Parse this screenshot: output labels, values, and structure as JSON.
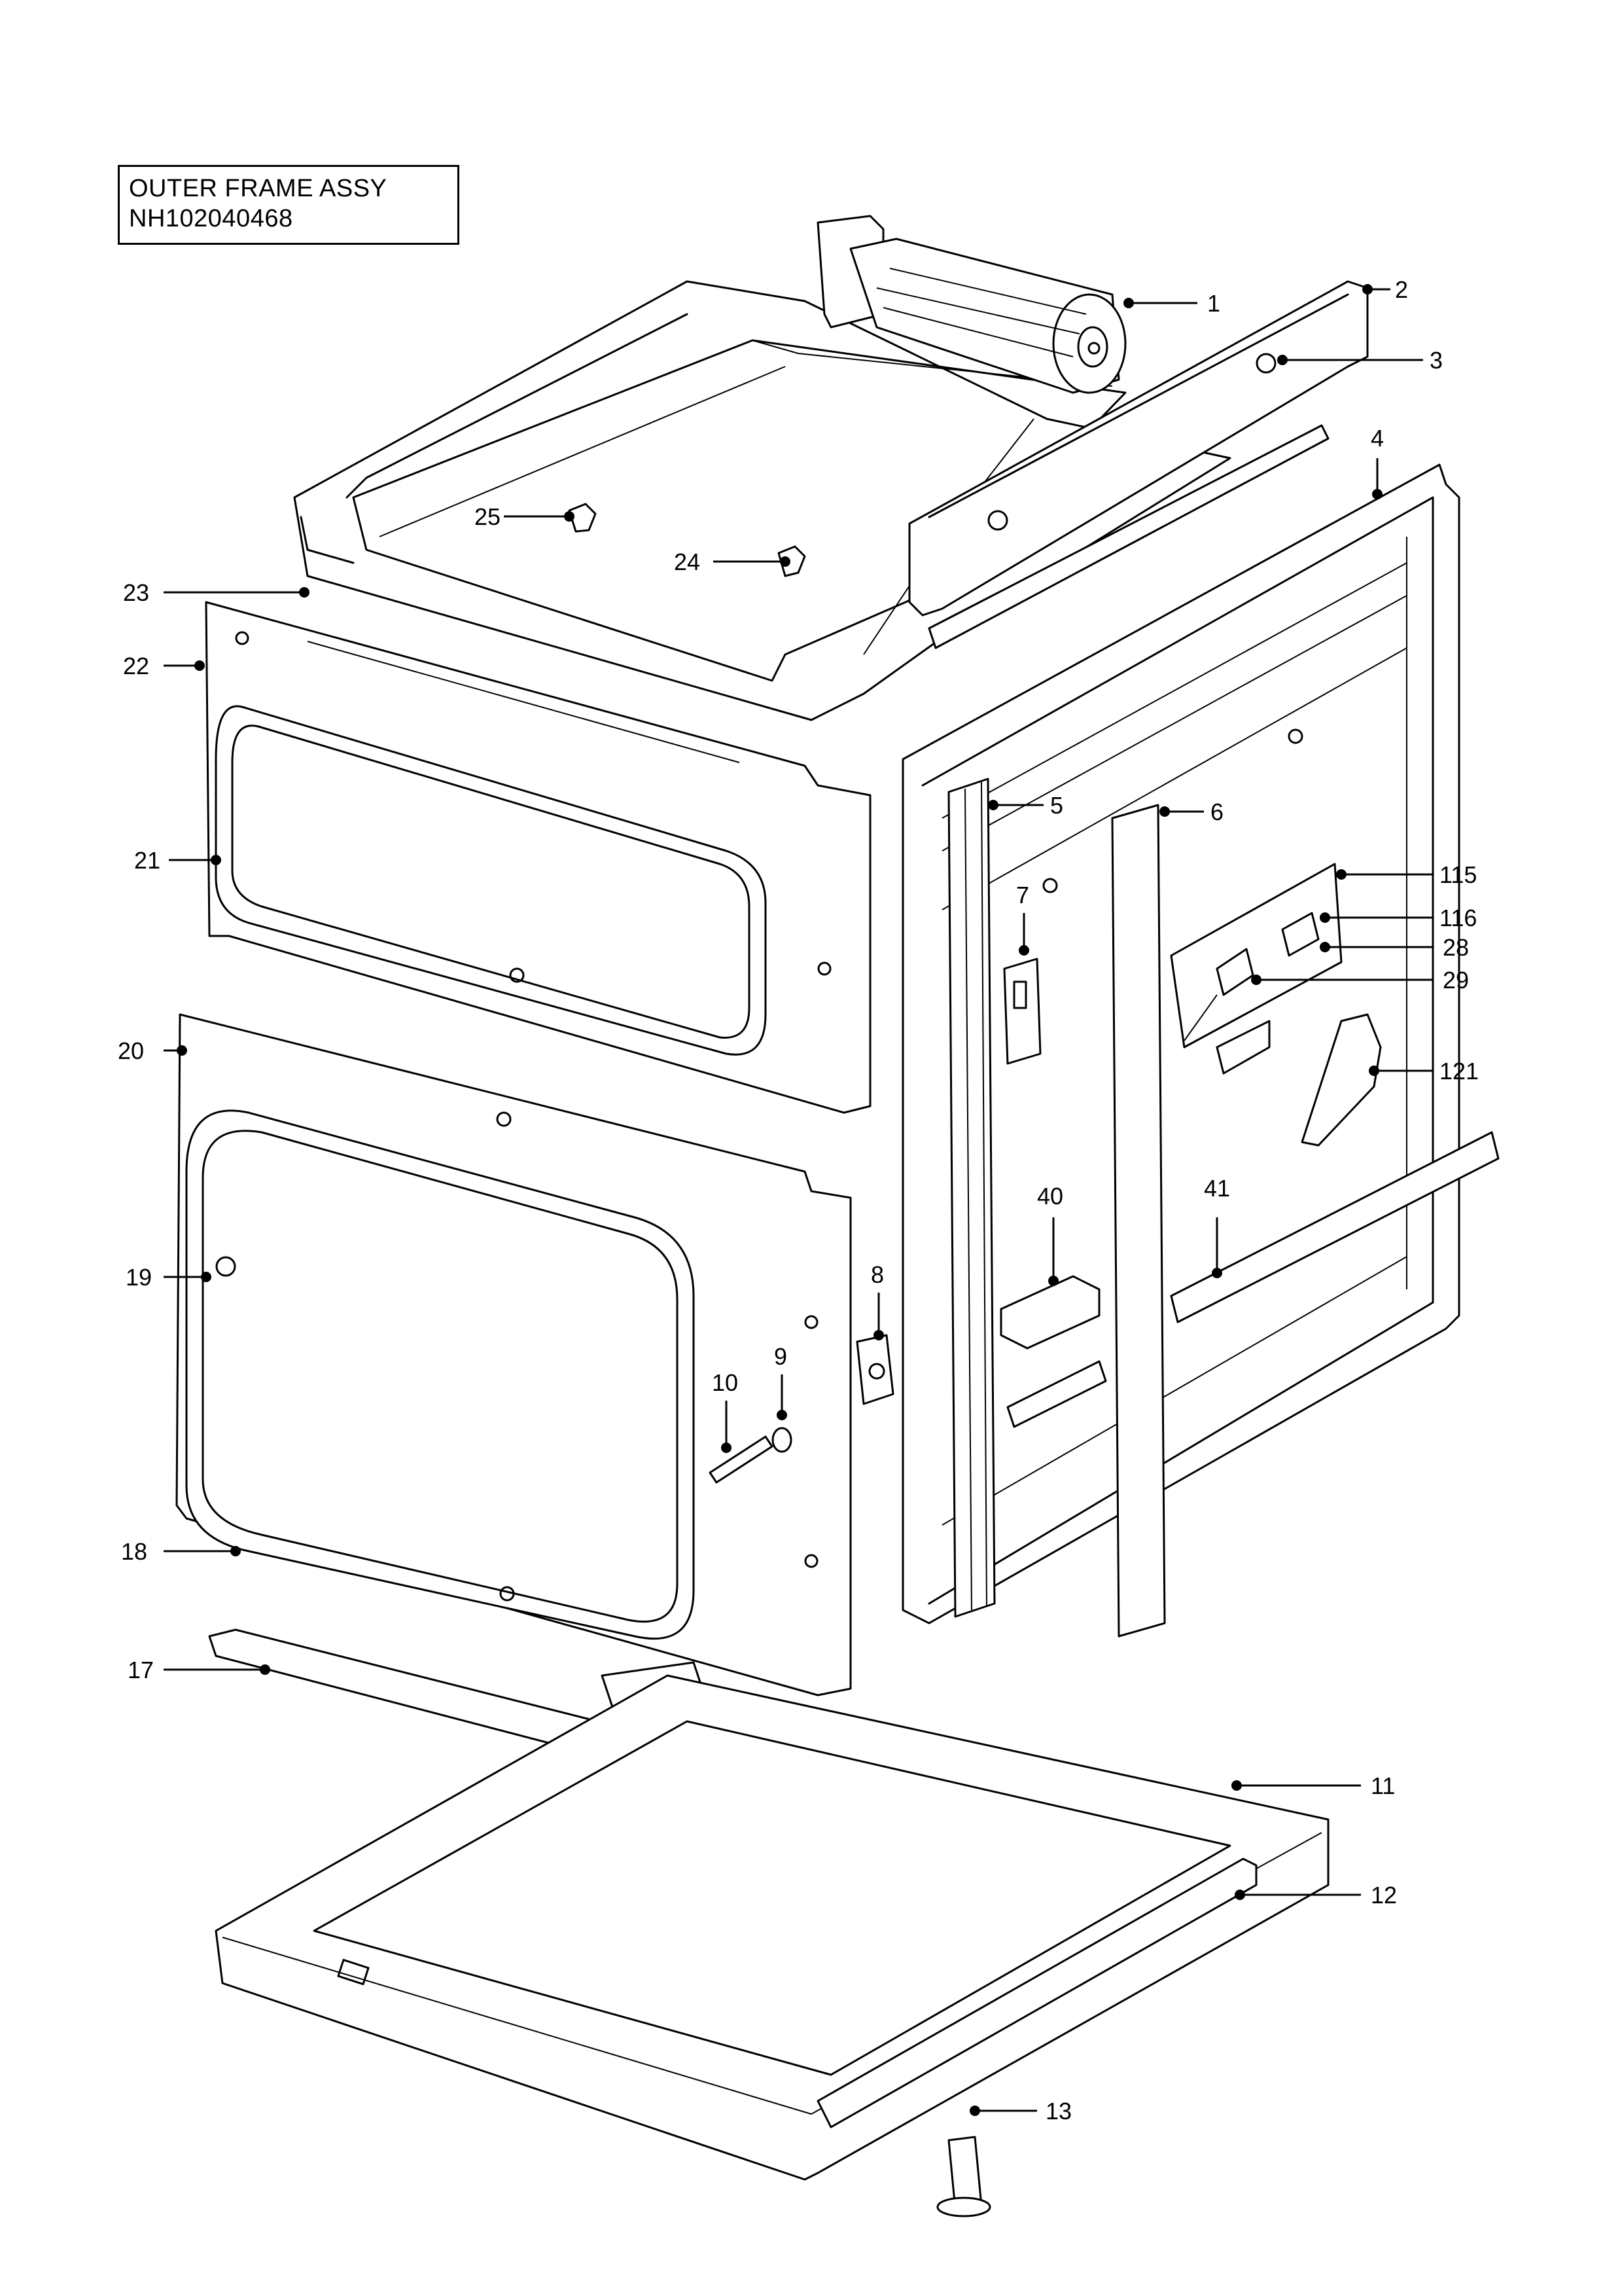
{
  "title": {
    "line1": "OUTER FRAME ASSY",
    "line2": "NH102040468"
  },
  "callouts": [
    {
      "id": "c1",
      "label": "1"
    },
    {
      "id": "c2",
      "label": "2"
    },
    {
      "id": "c3",
      "label": "3"
    },
    {
      "id": "c4",
      "label": "4"
    },
    {
      "id": "c5",
      "label": "5"
    },
    {
      "id": "c6",
      "label": "6"
    },
    {
      "id": "c7",
      "label": "7"
    },
    {
      "id": "c8",
      "label": "8"
    },
    {
      "id": "c9",
      "label": "9"
    },
    {
      "id": "c10",
      "label": "10"
    },
    {
      "id": "c11",
      "label": "11"
    },
    {
      "id": "c12",
      "label": "12"
    },
    {
      "id": "c13",
      "label": "13"
    },
    {
      "id": "c17",
      "label": "17"
    },
    {
      "id": "c18",
      "label": "18"
    },
    {
      "id": "c19",
      "label": "19"
    },
    {
      "id": "c20",
      "label": "20"
    },
    {
      "id": "c21",
      "label": "21"
    },
    {
      "id": "c22",
      "label": "22"
    },
    {
      "id": "c23",
      "label": "23"
    },
    {
      "id": "c24",
      "label": "24"
    },
    {
      "id": "c25",
      "label": "25"
    },
    {
      "id": "c28",
      "label": "28"
    },
    {
      "id": "c29",
      "label": "29"
    },
    {
      "id": "c40",
      "label": "40"
    },
    {
      "id": "c41",
      "label": "41"
    },
    {
      "id": "c115",
      "label": "115"
    },
    {
      "id": "c116",
      "label": "116"
    },
    {
      "id": "c121",
      "label": "121"
    }
  ]
}
